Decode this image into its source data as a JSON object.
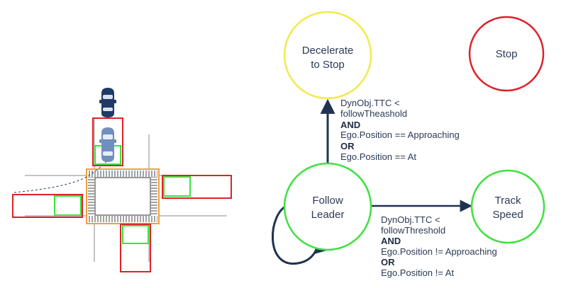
{
  "states": {
    "decelerate": {
      "line1": "Decelerate",
      "line2": "to Stop",
      "color": "#f2ea4a"
    },
    "stop": {
      "label": "Stop",
      "color": "#e0212a"
    },
    "follow": {
      "line1": "Follow",
      "line2": "Leader",
      "color": "#3ee23e"
    },
    "track": {
      "line1": "Track",
      "line2": "Speed",
      "color": "#3ee23e"
    }
  },
  "transitions": {
    "to_decelerate": {
      "lines": [
        "DynObj.TTC <",
        "followTheashold",
        "AND",
        "Ego.Position == Approaching",
        "OR",
        "Ego.Position == At"
      ]
    },
    "to_track": {
      "lines": [
        "DynObj.TTC <",
        "followThreshold",
        "AND",
        "Ego.Position != Approaching",
        "OR",
        "Ego.Position != At"
      ]
    }
  },
  "colors": {
    "arrow": "#1f3350",
    "zone_red": "#e0212a",
    "zone_green": "#3ee23e",
    "intersection_orange": "#f0a040",
    "car_dark": "#1f3a66",
    "car_light": "#6f8fbd"
  }
}
